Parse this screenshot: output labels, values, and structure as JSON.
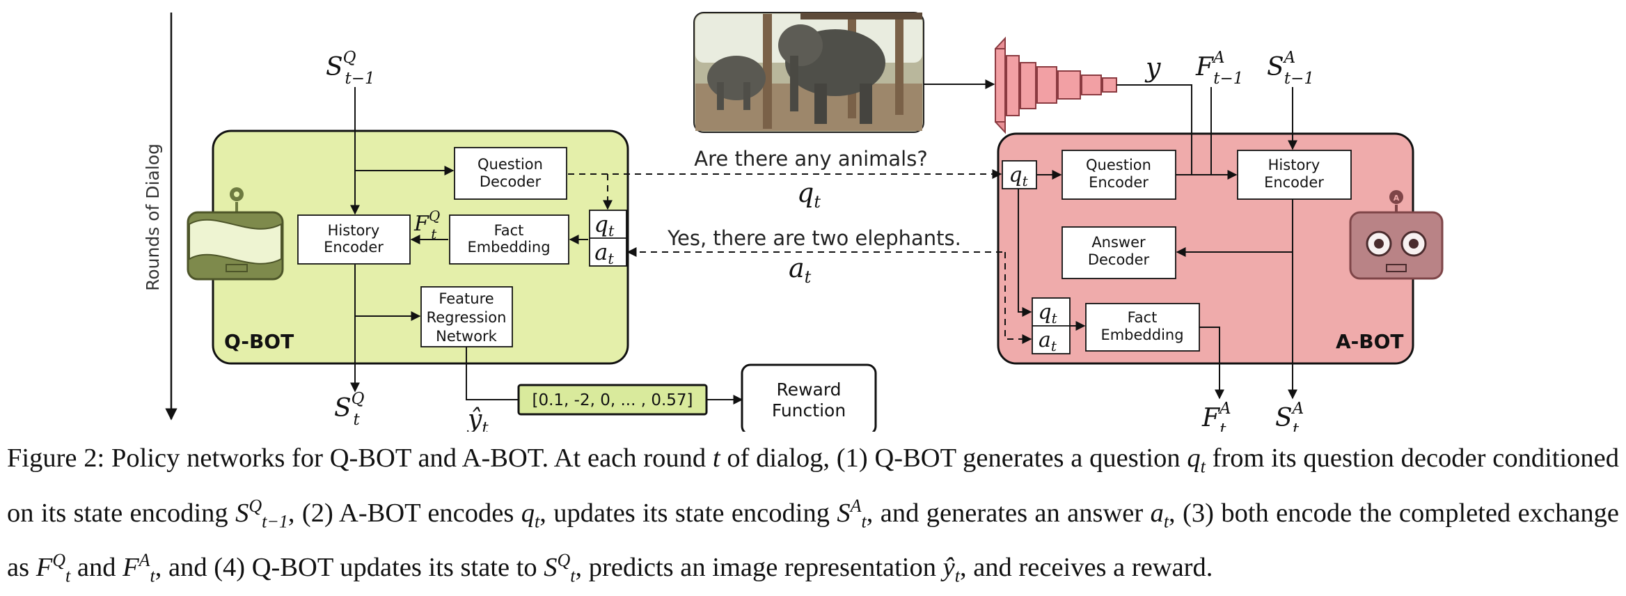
{
  "left_axis": {
    "label": "Rounds of Dialog"
  },
  "qbot": {
    "label": "Q-BOT",
    "question_decoder": [
      "Question",
      "Decoder"
    ],
    "history_encoder": [
      "History",
      "Encoder"
    ],
    "fact_embedding": [
      "Fact",
      "Embedding"
    ],
    "feature_regression": [
      "Feature",
      "Regression",
      "Network"
    ],
    "input_state": {
      "base": "S",
      "sup": "Q",
      "sub": "t−1"
    },
    "output_state": {
      "base": "S",
      "sup": "Q",
      "sub": "t"
    },
    "fact_label": {
      "base": "F",
      "sup": "Q",
      "sub": "t"
    },
    "qa_q": {
      "base": "q",
      "sub": "t"
    },
    "qa_a": {
      "base": "a",
      "sub": "t"
    },
    "prediction": {
      "base": "ŷ",
      "sub": "t"
    }
  },
  "abot": {
    "label": "A-BOT",
    "question_encoder": [
      "Question",
      "Encoder"
    ],
    "history_encoder": [
      "History",
      "Encoder"
    ],
    "answer_decoder": [
      "Answer",
      "Decoder"
    ],
    "fact_embedding": [
      "Fact",
      "Embedding"
    ],
    "q_in": {
      "base": "q",
      "sub": "t"
    },
    "qa_q": {
      "base": "q",
      "sub": "t"
    },
    "qa_a": {
      "base": "a",
      "sub": "t"
    },
    "image_feature": "y",
    "fact_prev": {
      "base": "F",
      "sup": "A",
      "sub": "t−1"
    },
    "state_prev": {
      "base": "S",
      "sup": "A",
      "sub": "t−1"
    },
    "fact_out": {
      "base": "F",
      "sup": "A",
      "sub": "t"
    },
    "state_out": {
      "base": "S",
      "sup": "A",
      "sub": "t"
    }
  },
  "dialog": {
    "question_text": "Are there any animals?",
    "question_symbol": {
      "base": "q",
      "sub": "t"
    },
    "answer_text": "Yes, there are two elephants.",
    "answer_symbol": {
      "base": "a",
      "sub": "t"
    }
  },
  "reward": {
    "vector": "[0.1, -2, 0, ... , 0.57]",
    "box": [
      "Reward",
      "Function"
    ]
  },
  "colors": {
    "qbot_fill": "#e4efaa",
    "abot_fill": "#efabab",
    "cnn_fill": "#f2a0a4",
    "vector_fill": "#d9ea9c"
  },
  "caption": {
    "parts": [
      "Figure 2: Policy networks for Q-BOT and A-BOT. At each round ",
      "t",
      " of dialog, (1) Q-BOT generates a question ",
      "q",
      "t",
      " from its question decoder conditioned on its state encoding ",
      "S",
      "Q",
      "t−1",
      ", (2) A-BOT encodes ",
      "q",
      "t",
      ", updates its state encoding ",
      "S",
      "A",
      "t",
      ", and generates an answer ",
      "a",
      "t",
      ", (3) both encode the completed exchange as ",
      "F",
      "Q",
      "t",
      " and ",
      "F",
      "A",
      "t",
      ", and (4) Q-BOT updates its state to ",
      "S",
      "Q",
      "t",
      ", predicts an image representation ",
      "ŷ",
      "t",
      ", and receives a reward."
    ]
  }
}
